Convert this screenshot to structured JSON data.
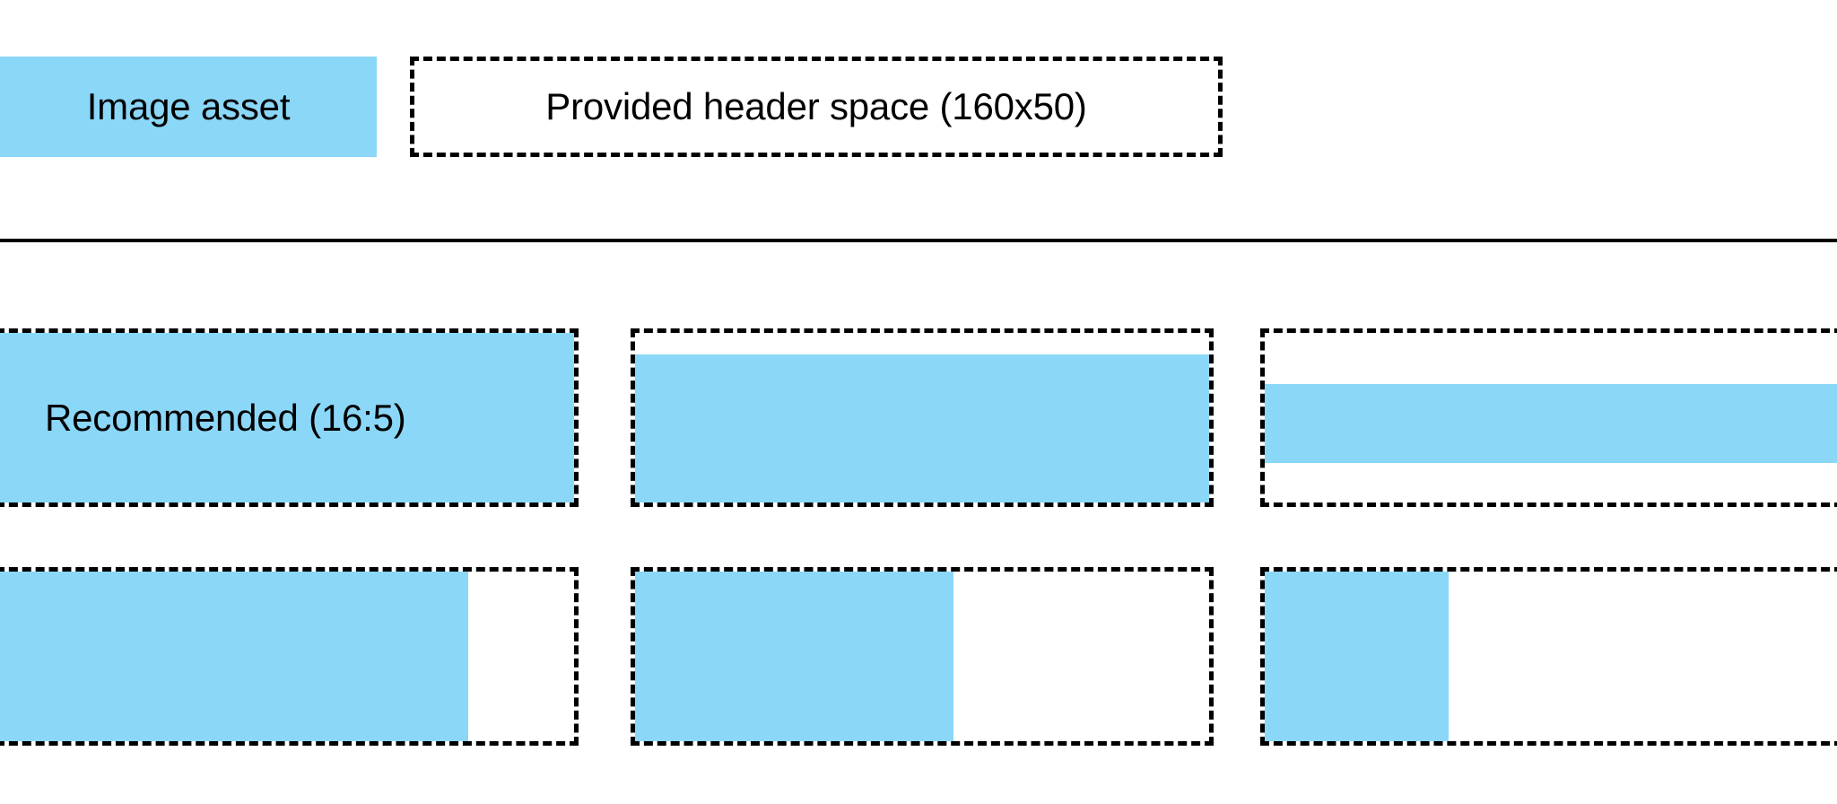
{
  "page": {
    "background_color": "#ffffff",
    "accent_color": "#8BD7F8",
    "outline_color": "#000000"
  },
  "header": {
    "image_asset_label": "Image asset",
    "provided_space_label": "Provided header space (160x50)",
    "provided_space_dimensions": "160x50"
  },
  "divider": {
    "present": true
  },
  "grid": {
    "rows": [
      {
        "row_index": 1,
        "cells": [
          {
            "name": "recommended-ratio",
            "label": "Recommended (16:5)",
            "ratio": "16:5",
            "fill_mode": "full",
            "fill_width_pct": 100,
            "fill_height_pct": 100
          },
          {
            "name": "shorter-asset",
            "label": "",
            "fill_mode": "inset-vertical",
            "fill_width_pct": 100,
            "fill_height_pct": 83
          },
          {
            "name": "thin-band-asset",
            "label": "",
            "fill_mode": "inset-vertical",
            "fill_width_pct": 100,
            "fill_height_pct": 44
          }
        ]
      },
      {
        "row_index": 2,
        "cells": [
          {
            "name": "wide-asset",
            "label": "",
            "fill_mode": "inset-horizontal",
            "fill_width_pct": 81,
            "fill_height_pct": 100
          },
          {
            "name": "medium-asset",
            "label": "",
            "fill_mode": "inset-horizontal",
            "fill_width_pct": 55,
            "fill_height_pct": 100
          },
          {
            "name": "narrow-asset",
            "label": "",
            "fill_mode": "inset-horizontal",
            "fill_width_pct": 32,
            "fill_height_pct": 100
          }
        ]
      }
    ]
  }
}
